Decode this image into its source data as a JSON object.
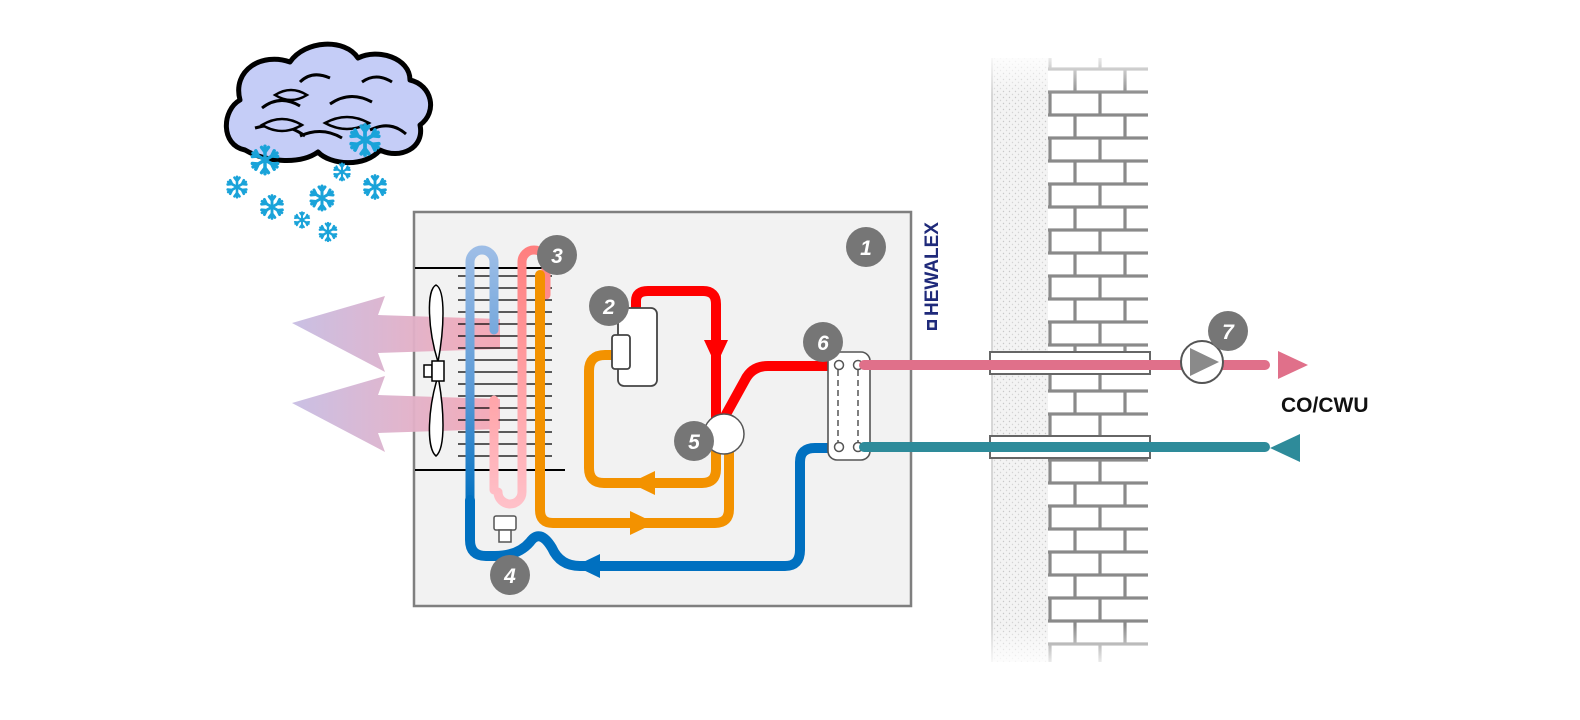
{
  "brand": {
    "name": "HEWALEX"
  },
  "badges": [
    {
      "id": "1",
      "label": "1"
    },
    {
      "id": "2",
      "label": "2"
    },
    {
      "id": "3",
      "label": "3"
    },
    {
      "id": "4",
      "label": "4"
    },
    {
      "id": "5",
      "label": "5"
    },
    {
      "id": "6",
      "label": "6"
    },
    {
      "id": "7",
      "label": "7"
    }
  ],
  "output": {
    "label": "CO/CWU"
  },
  "colors": {
    "hot_refrigerant": "#ff0000",
    "warm_refrigerant": "#f39200",
    "cold_refrigerant": "#0070c0",
    "supply_water": "#e0708a",
    "return_water": "#2e8b9a",
    "badge": "#767676",
    "unit_background": "#f2f2f2",
    "snowflake": "#1aa3d9",
    "cloud": "#c5cdf7"
  }
}
